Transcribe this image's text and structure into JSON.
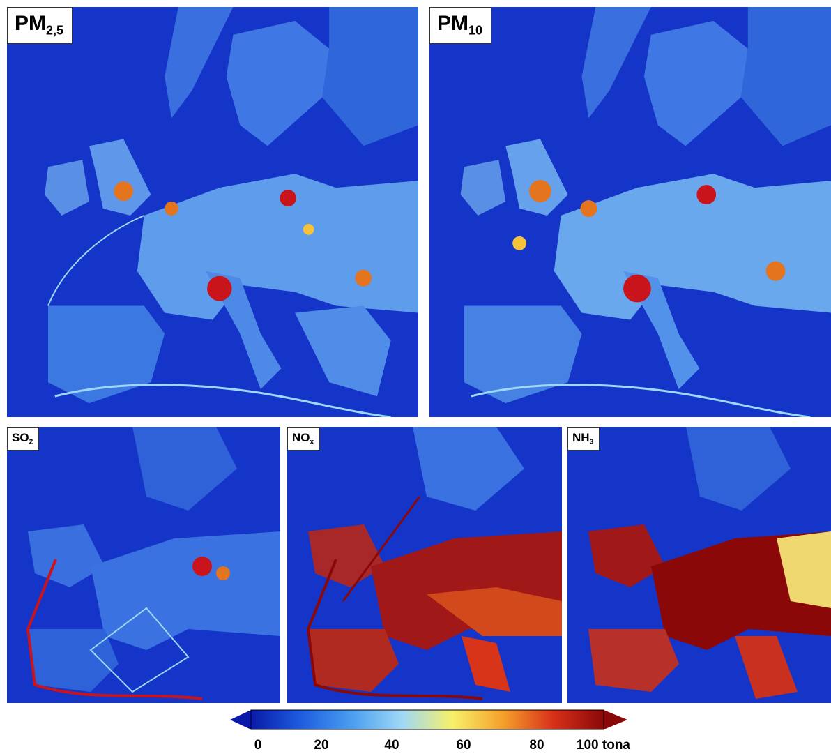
{
  "panels": [
    {
      "id": "pm25",
      "label_main": "PM",
      "label_sub": "2,5"
    },
    {
      "id": "pm10",
      "label_main": "PM",
      "label_sub": "10"
    },
    {
      "id": "so2",
      "label_main": "SO",
      "label_sub": "2"
    },
    {
      "id": "nox",
      "label_main": "NO",
      "label_sub": "x"
    },
    {
      "id": "nh3",
      "label_main": "NH",
      "label_sub": "3"
    }
  ],
  "legend": {
    "ticks": [
      "0",
      "20",
      "40",
      "60",
      "80",
      "100 tona"
    ],
    "colors": [
      "#0a1aa8",
      "#1e5de0",
      "#4a9ef0",
      "#9fd8f5",
      "#f7f06a",
      "#f5a02a",
      "#d8301a",
      "#8a0808"
    ]
  }
}
